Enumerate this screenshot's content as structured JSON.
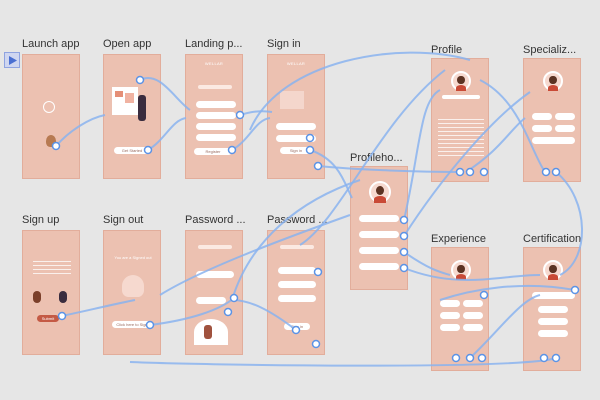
{
  "canvas": {
    "background": "#e6e6e6",
    "frame_color": "#ecc1b1",
    "connector_color": "#8ab3ee",
    "dot_stroke": "#5b93e6"
  },
  "toolbar": {
    "play_icon": "play-icon"
  },
  "frames": {
    "launch_app": {
      "label": "Launch app"
    },
    "open_app": {
      "label": "Open app",
      "button": "Get Started"
    },
    "landing": {
      "label": "Landing p...",
      "title": "WELLAR",
      "button": "Register"
    },
    "sign_in_top": {
      "label": "Sign in",
      "title": "WELLAR",
      "button": "Sign in"
    },
    "profile": {
      "label": "Profile"
    },
    "specialization": {
      "label": "Specializ..."
    },
    "profile_home": {
      "label": "Profileho..."
    },
    "sign_up": {
      "label": "Sign up",
      "button": "Submit"
    },
    "sign_out": {
      "label": "Sign out",
      "heading": "You are a Signed out",
      "button": "Click here to Sign"
    },
    "password_reset": {
      "label": "Password ..."
    },
    "password_new": {
      "label": "Password ...",
      "button": "Sign in"
    },
    "experience": {
      "label": "Experience"
    },
    "certification": {
      "label": "Certification"
    }
  }
}
